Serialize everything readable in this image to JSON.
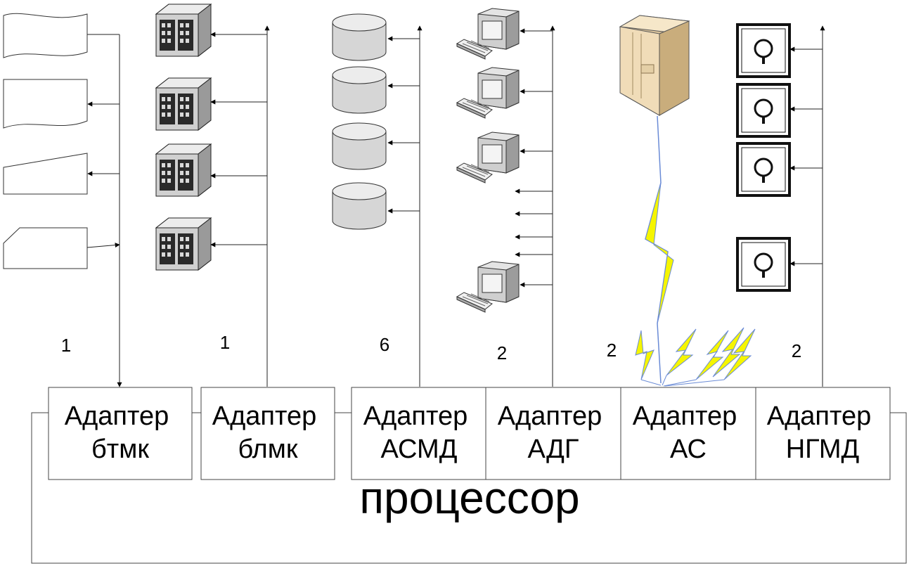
{
  "processor": {
    "label": "процессор"
  },
  "adapters": [
    {
      "line1": "Адаптер",
      "line2": "бтмк",
      "count": "1"
    },
    {
      "line1": "Адаптер",
      "line2": "блмк",
      "count": "1"
    },
    {
      "line1": "Адаптер",
      "line2": "АСМД",
      "count": "6"
    },
    {
      "line1": "Адаптер",
      "line2": "АДГ",
      "count": "2"
    },
    {
      "line1": "Адаптер",
      "line2": "АС",
      "count": "2"
    },
    {
      "line1": "Адаптер",
      "line2": "НГМД",
      "count": "2"
    }
  ],
  "icons": {
    "paper_tape": "paper-tape-icon",
    "punch_card": "punch-card-icon",
    "mag_tape_unit": "magnetic-tape-unit-icon",
    "disk_stack": "disk-drive-icon",
    "terminal": "computer-terminal-icon",
    "server": "server-icon",
    "floppy_drive": "floppy-drive-icon",
    "lightning": "lightning-icon"
  },
  "colors": {
    "lightning_fill": "#f5f500",
    "lightning_stroke": "#6a8bd6",
    "server_body": "#f0dcb8"
  }
}
